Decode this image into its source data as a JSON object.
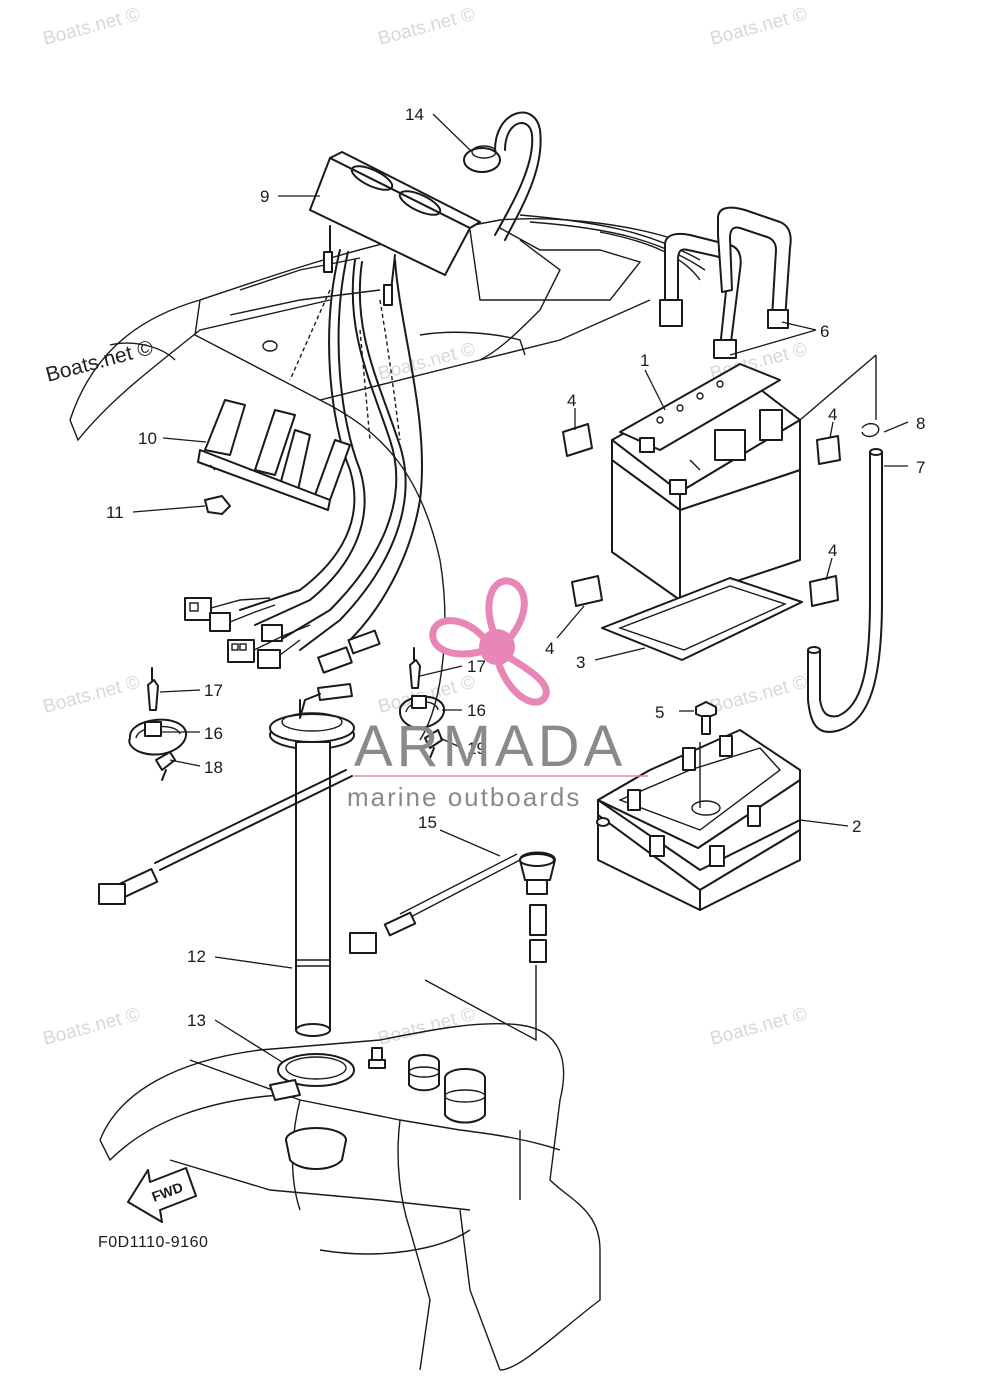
{
  "diagram": {
    "part_numbers": {
      "p1": "1",
      "p2": "2",
      "p3": "3",
      "p4a": "4",
      "p4b": "4",
      "p4c": "4",
      "p4d": "4",
      "p5": "5",
      "p6": "6",
      "p7": "7",
      "p8": "8",
      "p9": "9",
      "p10": "10",
      "p11": "11",
      "p12": "12",
      "p13": "13",
      "p14": "14",
      "p15": "15",
      "p16a": "16",
      "p16b": "16",
      "p17a": "17",
      "p17b": "17",
      "p18": "18",
      "p19": "19"
    },
    "diagram_code": "F0D1110-9160",
    "fwd_label": "FWD",
    "watermark": "Boats.net ©",
    "brand": {
      "name": "ARMADA",
      "tagline": "marine outboards",
      "accent_color": "#e986b8"
    },
    "colors": {
      "line": "#1a1a1a",
      "watermark": "#d8d8d8",
      "brand_text": "#8a8a8a"
    }
  }
}
